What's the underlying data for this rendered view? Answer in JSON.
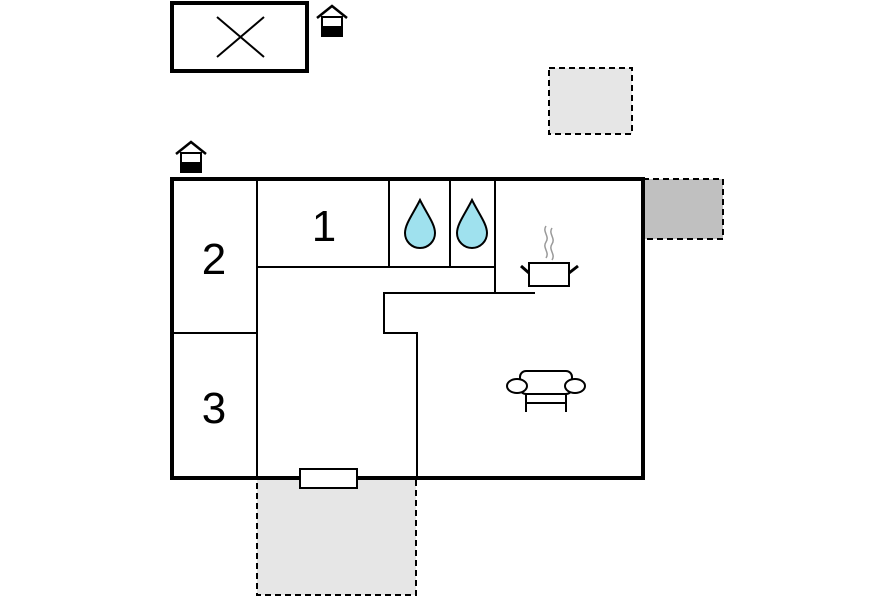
{
  "rooms": {
    "room_1": "1",
    "room_2": "2",
    "room_3": "3"
  },
  "icons": {
    "outbuilding": "house-icon",
    "entrance": "house-icon",
    "bathroom_1": "water-drop-icon",
    "bathroom_2": "water-drop-icon",
    "kitchen": "cooking-pot-icon",
    "living_room": "sofa-icon",
    "terrace": "terrace-area",
    "door": "door-icon",
    "separate_structure": "crossed-box-icon"
  },
  "colors": {
    "wall": "#000000",
    "water": "#9fe1ee",
    "terrace_light": "#e6e6e6",
    "terrace_dark": "#c0c0c0"
  }
}
